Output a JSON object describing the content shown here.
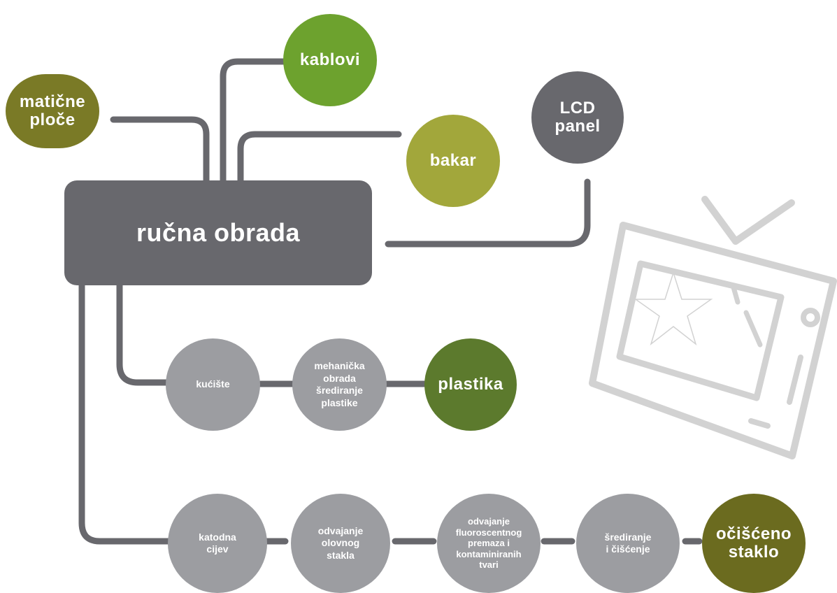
{
  "colors": {
    "connector": "#68686d",
    "main_box": "#68686d",
    "gray_step": "#9c9da1",
    "olive_dark": "#7a7a26",
    "green_bright": "#6da22e",
    "yellow_green": "#a2a73b",
    "dark_gray": "#68686d",
    "dark_green": "#5c7a2d",
    "olive_final": "#6b6b1f",
    "tv_outline": "#d2d2d2"
  },
  "diagram": {
    "main_node": "ručna obrada",
    "outputs": {
      "maticne_ploce": "matične\nploče",
      "kablovi": "kablovi",
      "bakar": "bakar",
      "lcd_panel": "LCD\npanel"
    },
    "plastic_chain": {
      "kuciste": "kućište",
      "mehanicka_obrada": "mehanička\nobrada\nšrediranje\nplastike",
      "plastika": "plastika"
    },
    "glass_chain": {
      "katodna_cijev": "katodna\ncijev",
      "odvajanje_olovnog_stakla": "odvajanje\nolovnog\nstakla",
      "odvajanje_fluoroscentnog": "odvajanje\nfluoroscentnog\npremaza i\nkontaminiranih\ntvari",
      "srediranje_ciscenje": "šrediranje\ni čišćenje",
      "ocisceno_staklo": "očišćeno\nstaklo"
    }
  },
  "illustration": {
    "icon": "retro-tv-icon"
  }
}
